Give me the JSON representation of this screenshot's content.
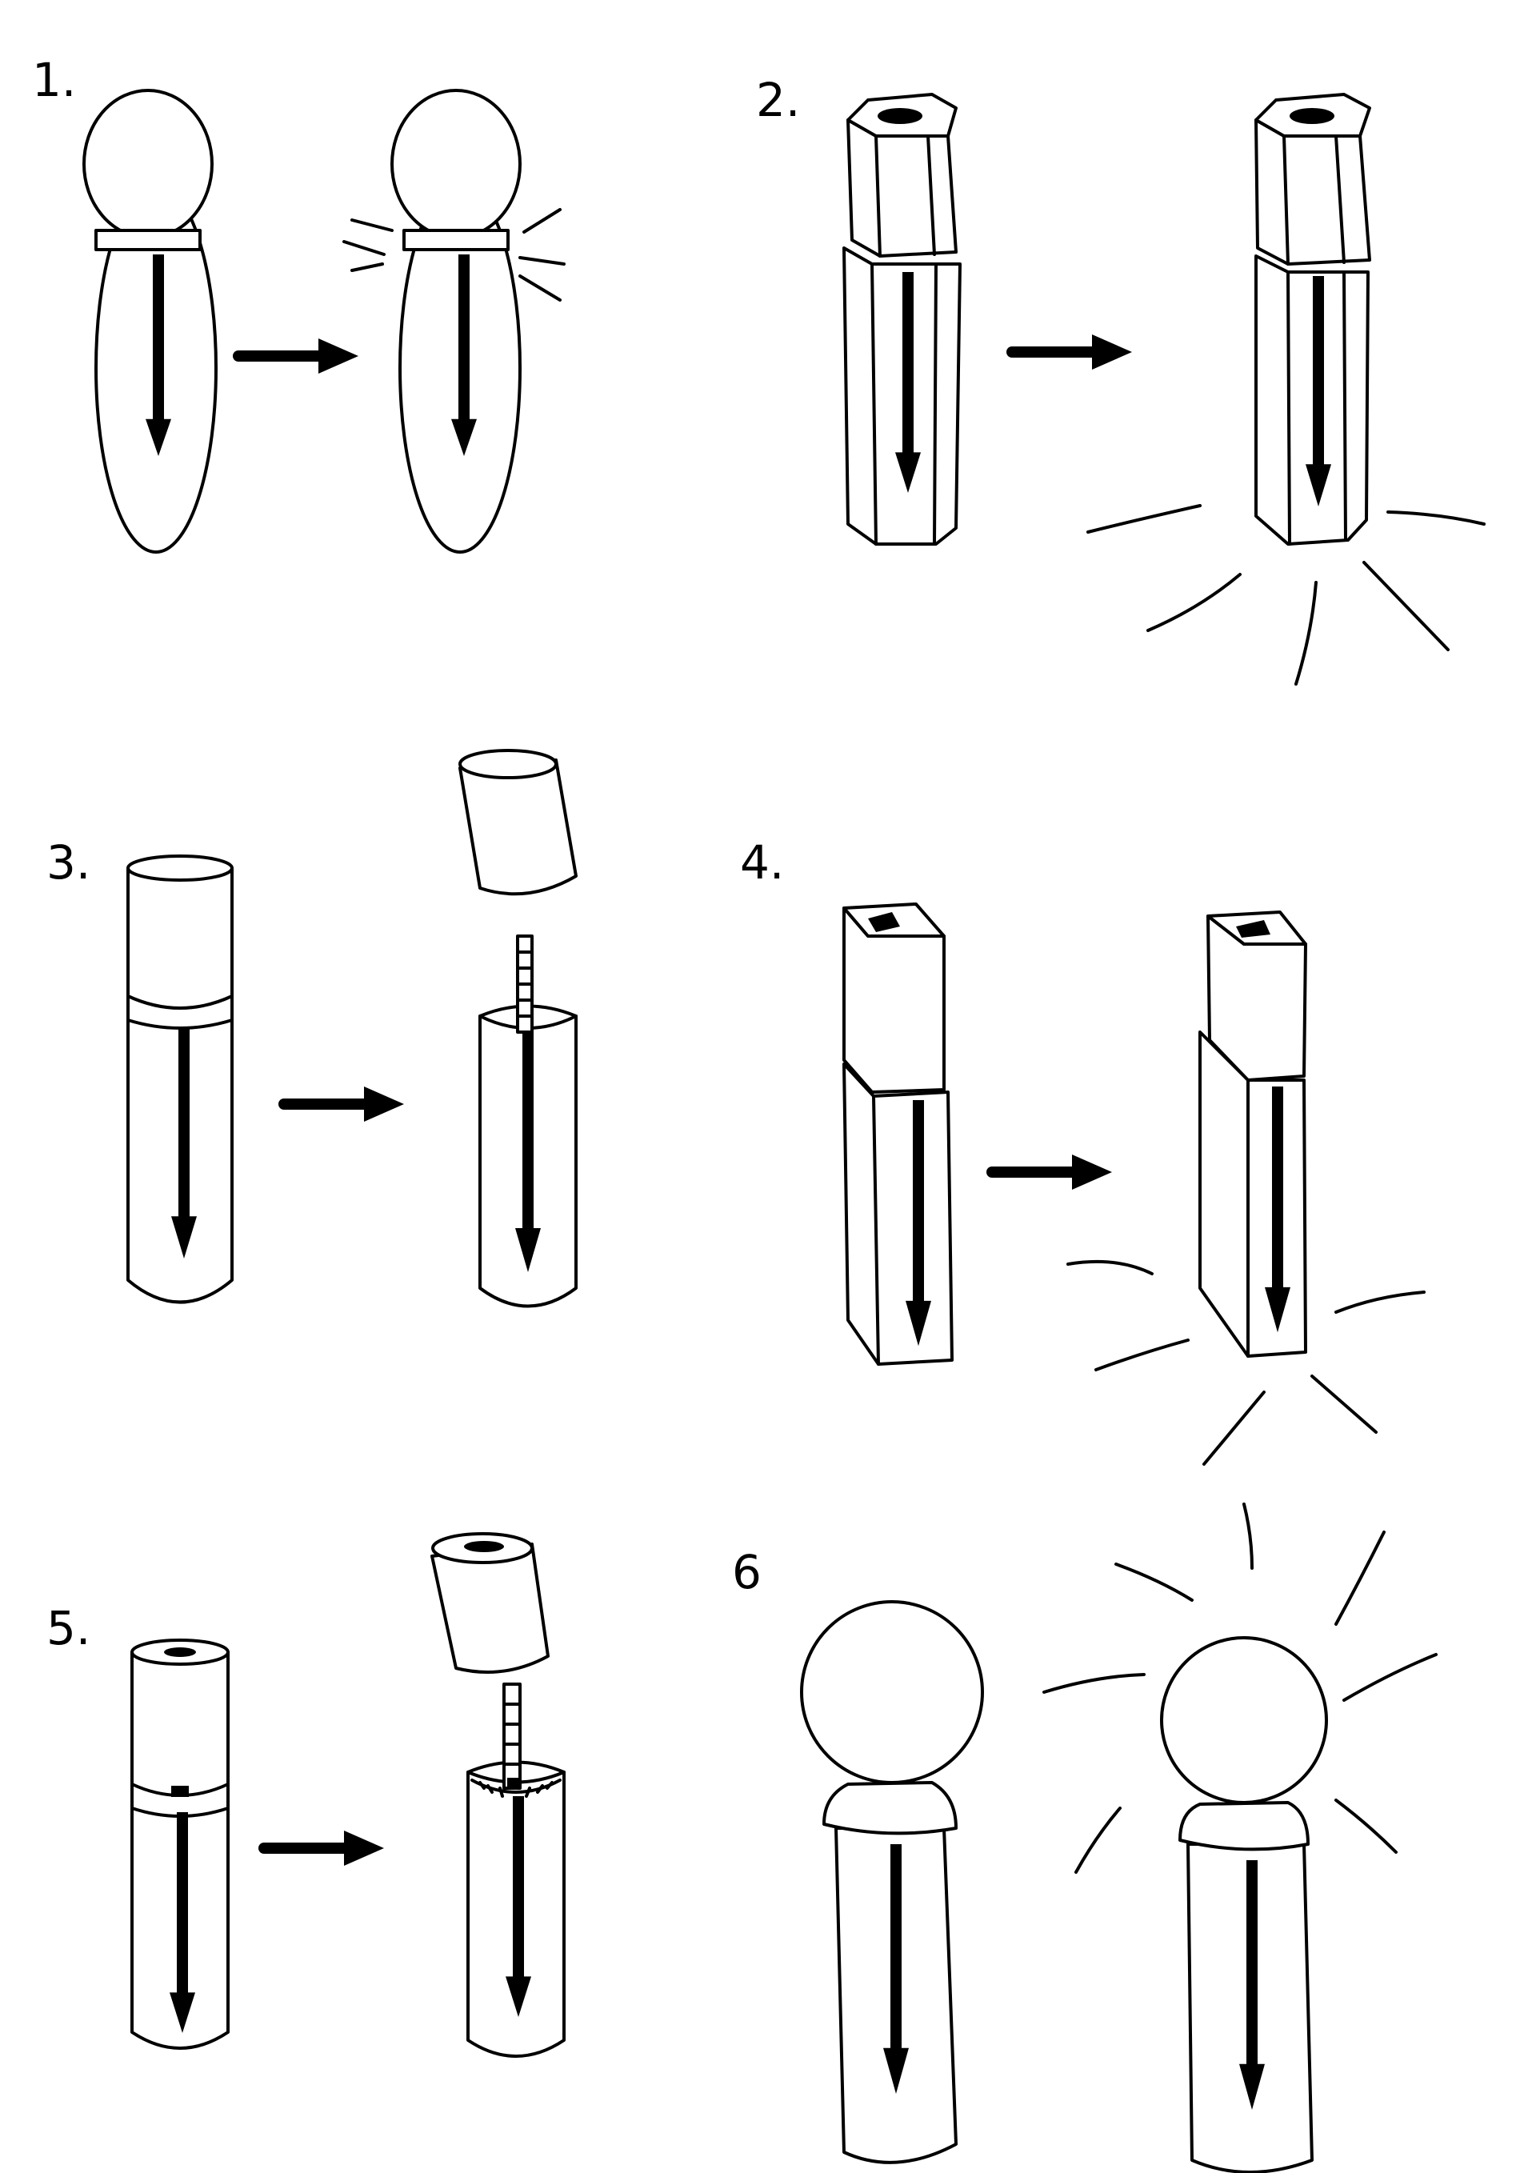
{
  "steps": [
    {
      "label": "1."
    },
    {
      "label": "2."
    },
    {
      "label": "3."
    },
    {
      "label": "4."
    },
    {
      "label": "5."
    },
    {
      "label": "6"
    }
  ]
}
